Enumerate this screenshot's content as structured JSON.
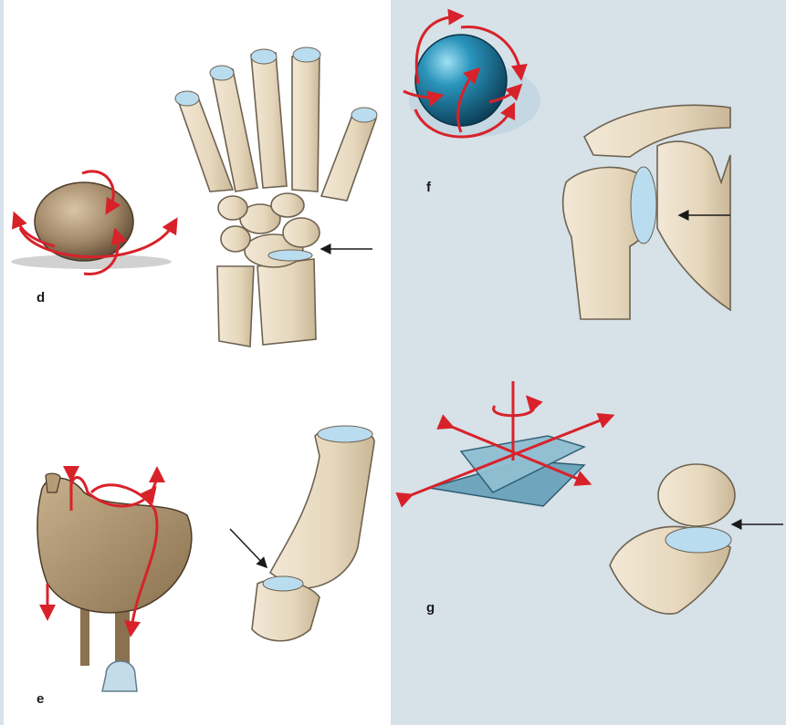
{
  "labels": {
    "d": "d",
    "e": "e",
    "f": "f",
    "g": "g"
  },
  "colors": {
    "bone_fill": "#e9dcc4",
    "bone_stroke": "#6e6250",
    "cartilage": "#b9dcef",
    "arrow_red": "#d8222a",
    "ovoid_brown": "#a08666",
    "saddle_brown": "#a8906c",
    "ball_blue": "#1f7fa4",
    "plate_blue": "#6fa6bd",
    "panel_right_bg": "#d6e1e8",
    "pointer_black": "#1a1a1a"
  },
  "icons": {
    "d": "ellipsoid-joint-model",
    "e": "saddle-joint-model",
    "f": "ball-and-socket-joint-model",
    "g": "plane-joint-model"
  }
}
